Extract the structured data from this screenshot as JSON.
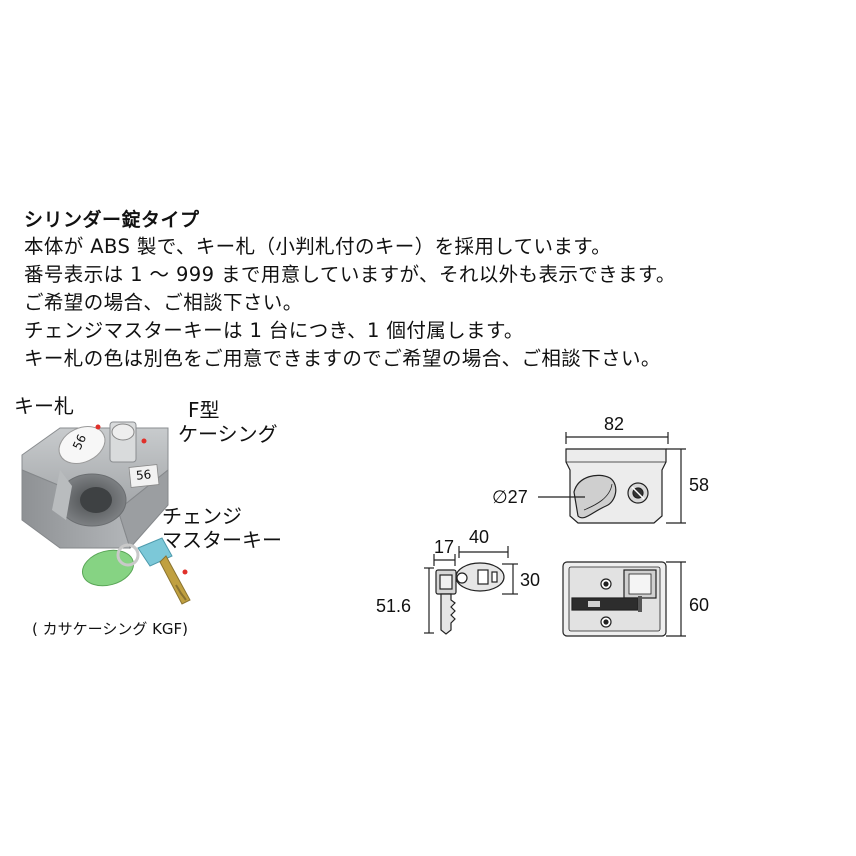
{
  "description": {
    "title": "シリンダー錠タイプ",
    "lines": [
      "本体が ABS 製で、キー札（小判札付のキー）を採用しています。",
      "番号表示は 1 〜 999 まで用意していますが、それ以外も表示できます。",
      "ご希望の場合、ご相談下さい。",
      "チェンジマスターキーは 1 台につき、1 個付属します。",
      "キー札の色は別色をご用意できますのでご希望の場合、ご相談下さい。"
    ]
  },
  "photo": {
    "label_key_tag": "キー札",
    "label_casing_1": "F型",
    "label_casing_2": "ケーシング",
    "label_master_1": "チェンジ",
    "label_master_2": "マスターキー",
    "caption": "( カサケーシング KGF)",
    "tag_number": "56",
    "casing_number": "56",
    "colors": {
      "casing": "#a9acaf",
      "key_tag": "#86d383",
      "master_key": "#7cc8d8",
      "marker": "#e0302a"
    }
  },
  "dimensions": {
    "width_top": "82",
    "height_top": "58",
    "diameter": "∅27",
    "key_width": "40",
    "key_head": "17",
    "key_height": "30",
    "key_length": "51.6",
    "height_front": "60"
  }
}
